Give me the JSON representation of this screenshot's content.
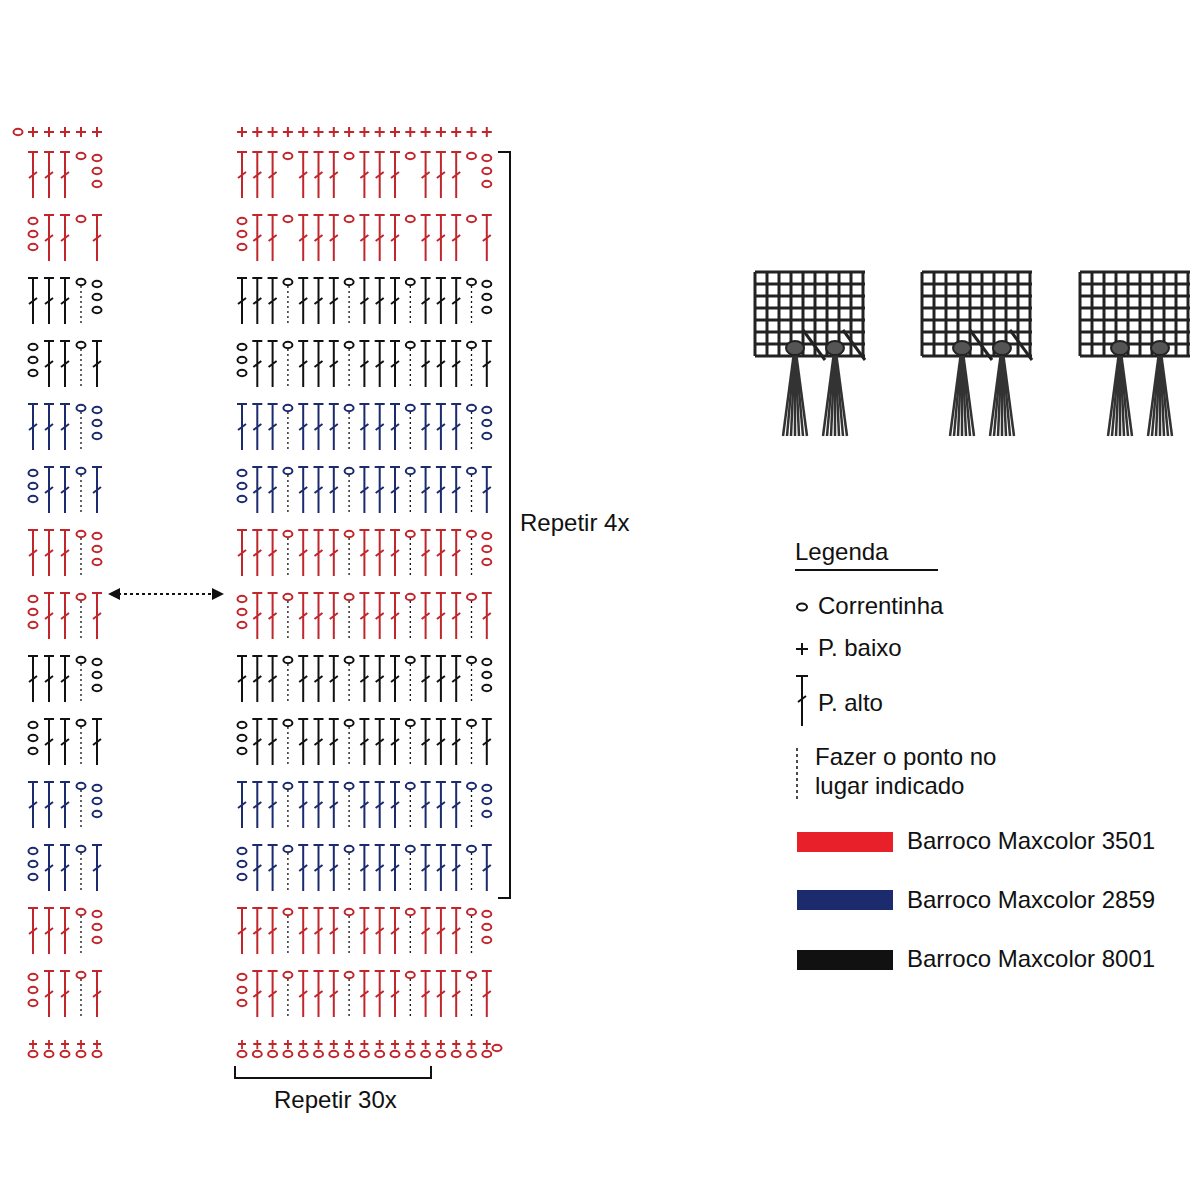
{
  "diagram": {
    "labels": [
      "Repetir 4x",
      "Repetir 30x",
      "Legenda"
    ],
    "legend": [
      {
        "text": "Correntinha"
      },
      {
        "text": "P. baixo"
      },
      {
        "text": "P. alto"
      },
      {
        "text": "Fazer o ponto no lugar indicado"
      },
      {
        "text": "Barroco Maxcolor 3501",
        "color": "#e8202a"
      },
      {
        "text": "Barroco Maxcolor 2859",
        "color": "#1c2a6e"
      },
      {
        "text": "Barroco Maxcolor 8001",
        "color": "#111111"
      }
    ]
  }
}
